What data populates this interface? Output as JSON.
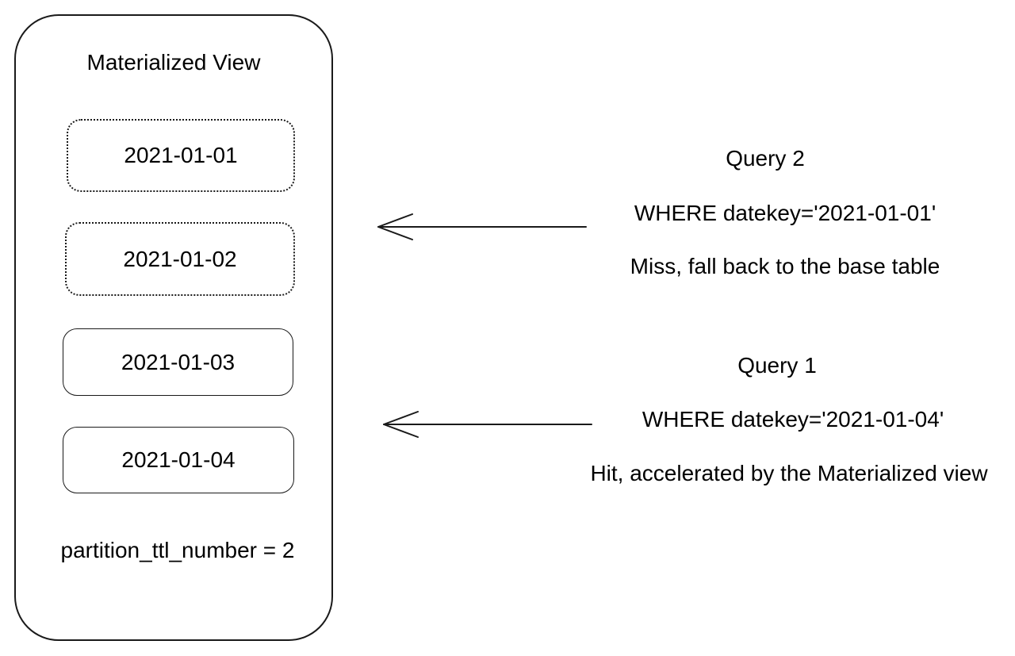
{
  "materialized_view": {
    "title": "Materialized View",
    "partitions": [
      {
        "label": "2021-01-01",
        "state": "expired"
      },
      {
        "label": "2021-01-02",
        "state": "expired"
      },
      {
        "label": "2021-01-03",
        "state": "active"
      },
      {
        "label": "2021-01-04",
        "state": "active"
      }
    ],
    "ttl_label": "partition_ttl_number = 2"
  },
  "queries": [
    {
      "title": "Query 2",
      "where": "WHERE datekey='2021-01-01'",
      "result": "Miss, fall back to the base table"
    },
    {
      "title": "Query 1",
      "where": "WHERE datekey='2021-01-04'",
      "result": "Hit, accelerated by the Materialized view"
    }
  ],
  "colors": {
    "stroke": "#1a1a1a",
    "text": "#000000",
    "background": "#ffffff"
  }
}
